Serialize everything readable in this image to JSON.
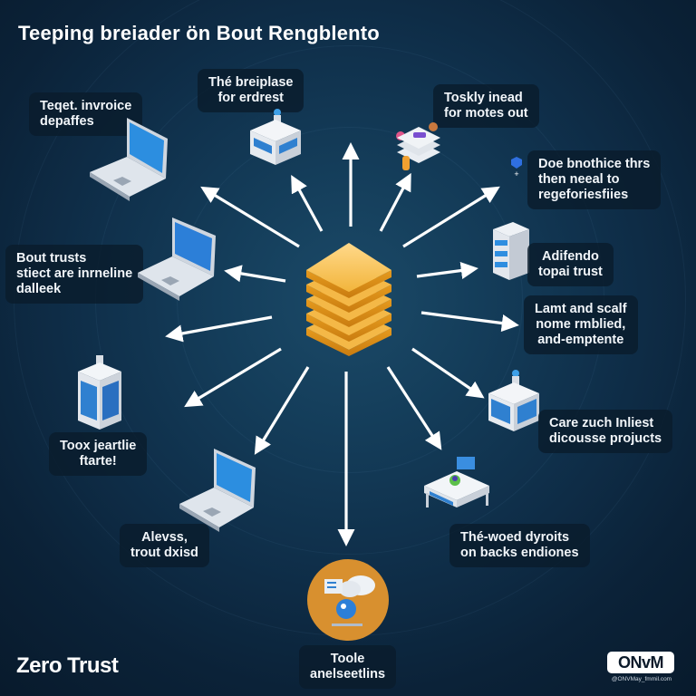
{
  "header": {
    "title": "Teeping breiader ön Bout Rengblento"
  },
  "center": {
    "icon": "stacked-layers-icon",
    "color": "#f2b53c"
  },
  "nodes": [
    {
      "id": "n1",
      "icon": "laptop-icon",
      "label_lines": [
        "Teqet. invroice",
        "depaffes"
      ]
    },
    {
      "id": "n2",
      "icon": "server-box-icon",
      "label_lines": [
        "Thé breiplase",
        "for erdrest"
      ]
    },
    {
      "id": "n3",
      "icon": "stacked-platform-icon",
      "label_lines": [
        "Toskly inead",
        "for motes out"
      ]
    },
    {
      "id": "n4",
      "icon": "shield-badge-icon",
      "label_lines": [
        "Doe bnothice thrs",
        "then neeal to",
        "regeforiesfiies"
      ]
    },
    {
      "id": "n5",
      "icon": "laptop-icon",
      "label_lines": [
        "Bout trusts",
        "stiect are inrneline",
        "dalleek"
      ]
    },
    {
      "id": "n6",
      "icon": "server-rack-icon",
      "label_lines": [
        "Adifendo",
        "topai trust"
      ]
    },
    {
      "id": "n7",
      "icon": "none",
      "label_lines": [
        "Lamt and scalf",
        "nome rmblied,",
        "and-emptente"
      ]
    },
    {
      "id": "n8",
      "icon": "server-tower-icon",
      "label_lines": [
        "Toox jeartlie",
        "ftarte!"
      ]
    },
    {
      "id": "n9",
      "icon": "server-box-icon",
      "label_lines": [
        "Care zuch Inliest",
        "dicousse projucts"
      ]
    },
    {
      "id": "n10",
      "icon": "laptop-icon",
      "label_lines": [
        "Alevss,",
        "trout dxisd"
      ]
    },
    {
      "id": "n11",
      "icon": "workstation-desk-icon",
      "label_lines": [
        "Thé-woed dyroits",
        "on backs endiones"
      ]
    },
    {
      "id": "n12",
      "icon": "cloud-analytics-icon",
      "label_lines": [
        "Toole",
        "anelseetlins"
      ],
      "circle_color": "#d8902f"
    }
  ],
  "footer": {
    "brand": "Zero Trust",
    "logo_text": "ONvM",
    "logo_subtext": "@ONVMay_fmmil.com"
  },
  "colors": {
    "background": "#0f2f4a",
    "label_bg": "#0a1c2c",
    "accent_blue": "#2f80d0",
    "arrow": "#ffffff"
  }
}
